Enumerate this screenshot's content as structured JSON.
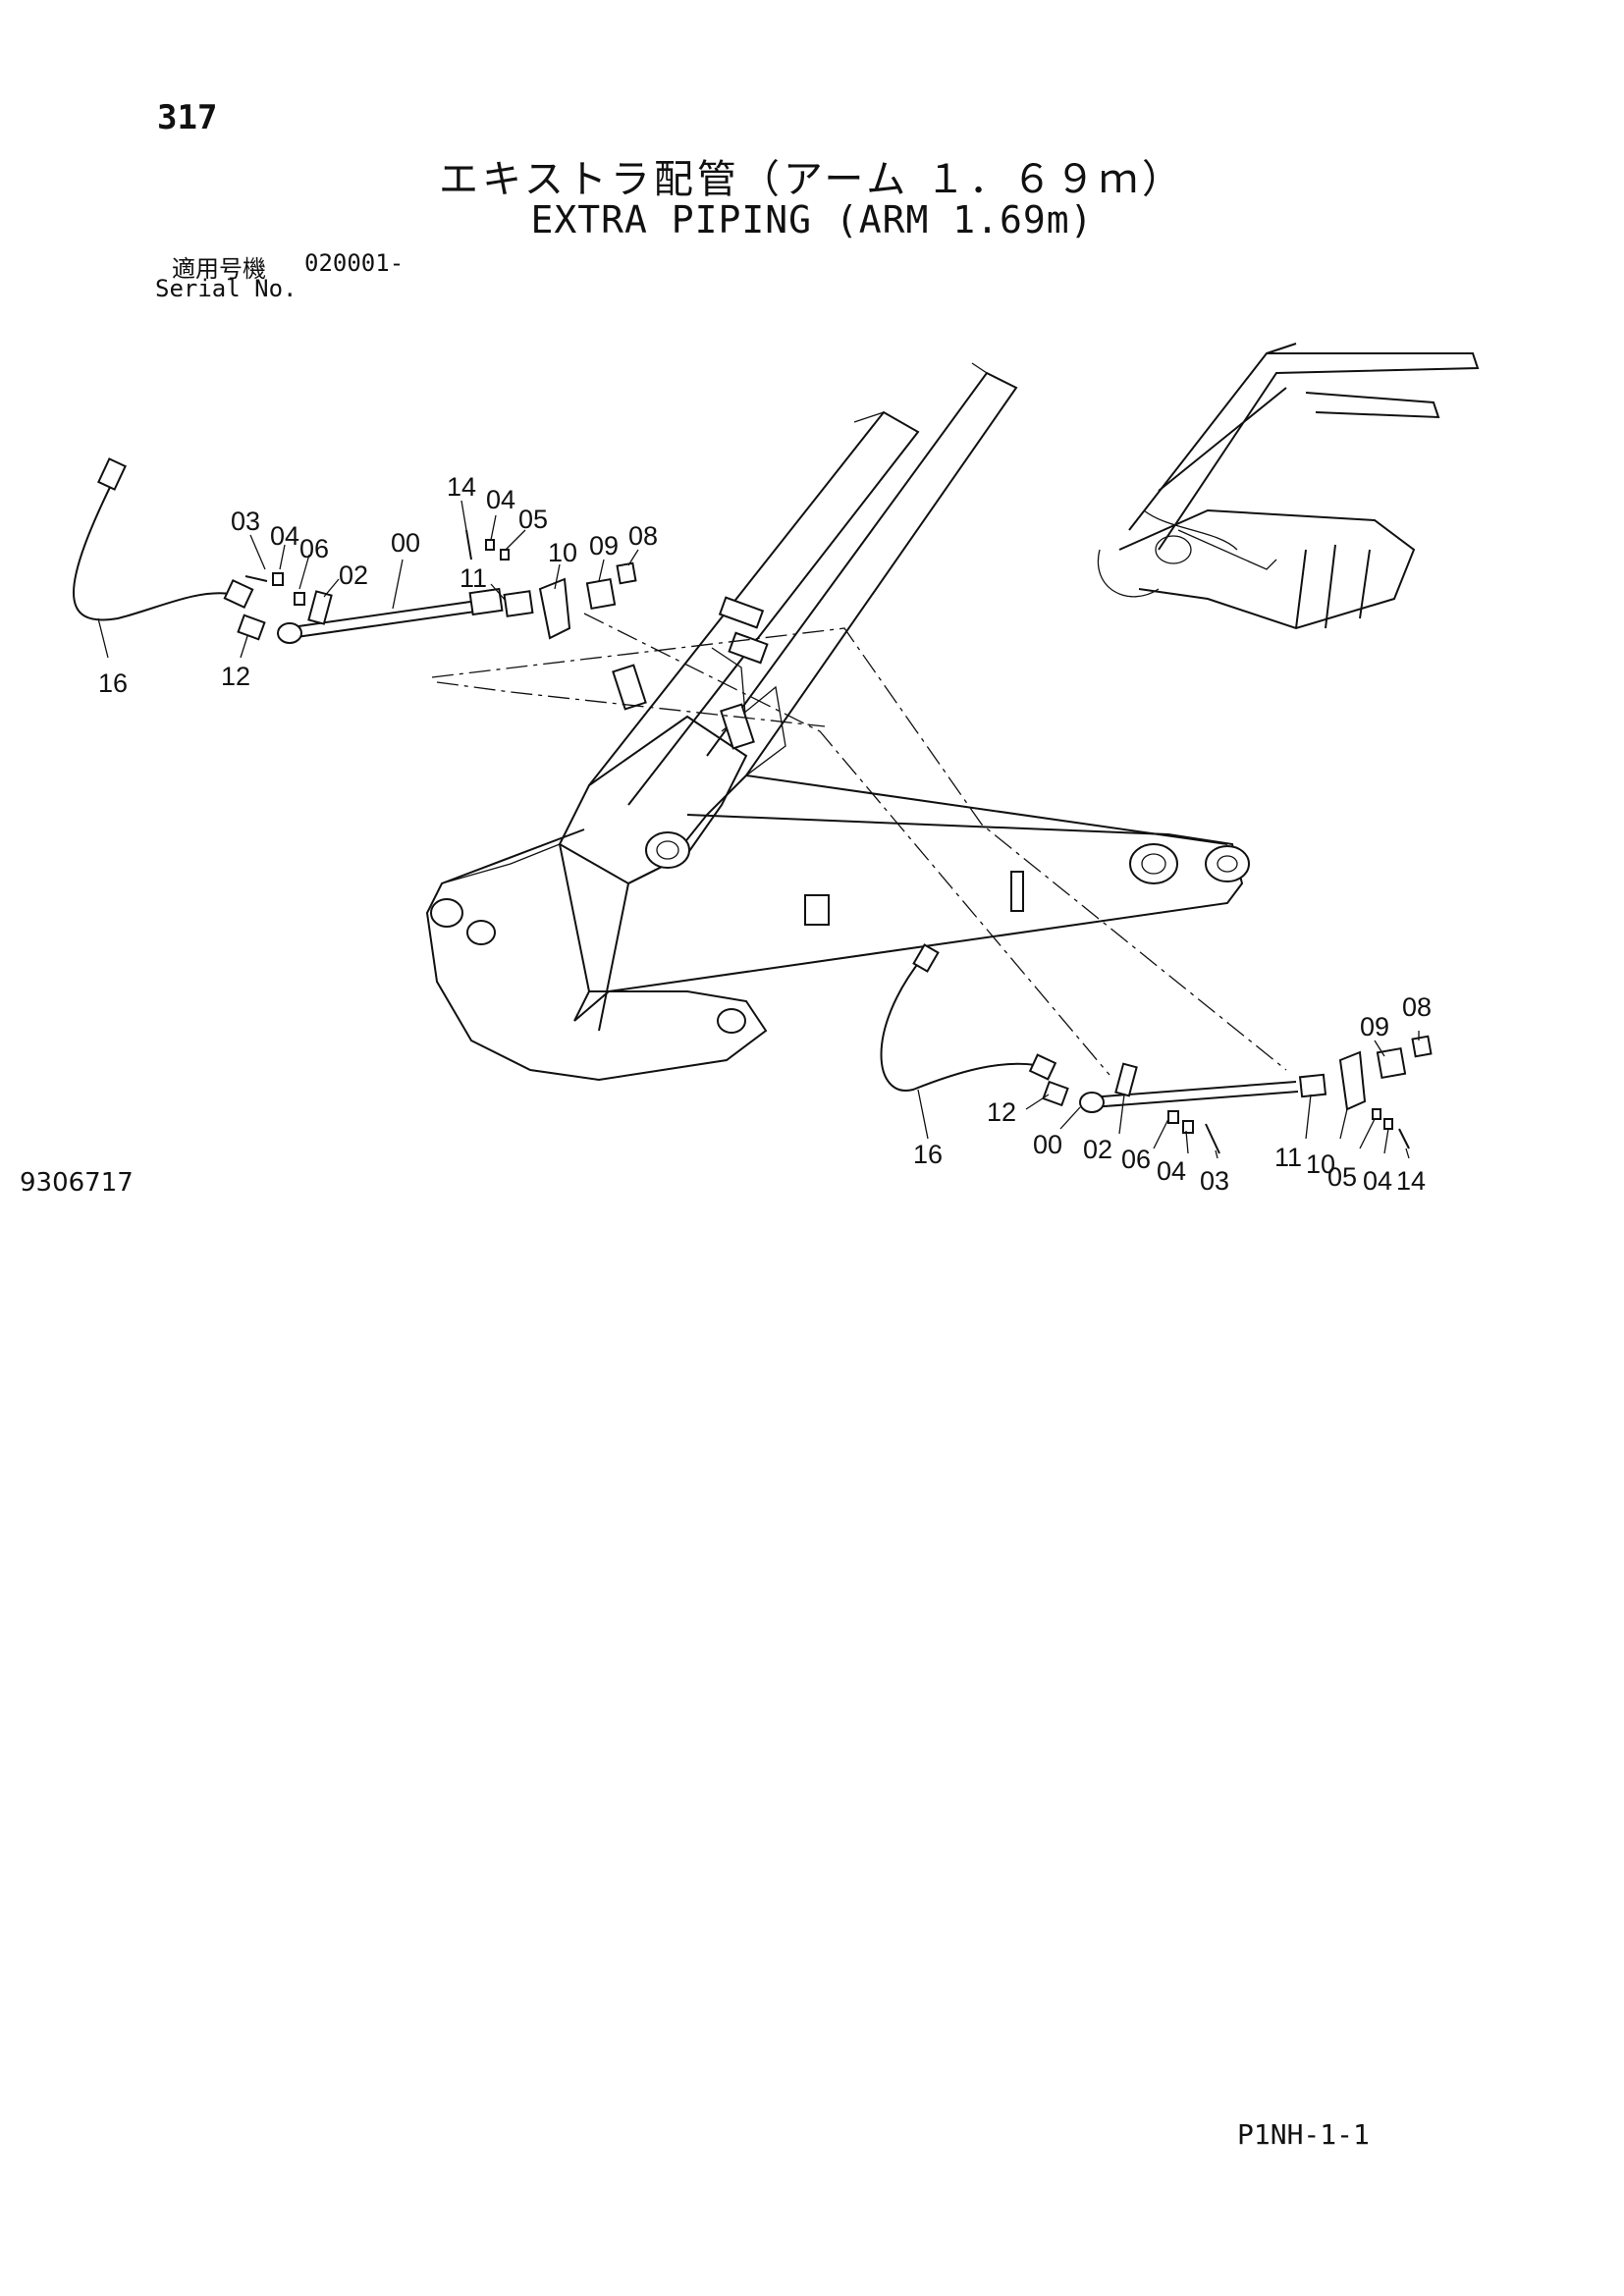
{
  "header": {
    "page_number": "317",
    "title_jp": "エキストラ配管（アーム １．６９ｍ）",
    "title_en": "EXTRA PIPING (ARM 1.69m)",
    "serial_label_jp": "適用号機",
    "serial_value": "020001-",
    "serial_label_en": "Serial No."
  },
  "callouts": {
    "upper": [
      "03",
      "04",
      "06",
      "02",
      "00",
      "14",
      "04",
      "05",
      "11",
      "10",
      "09",
      "08",
      "16",
      "12"
    ],
    "lower": [
      "09",
      "08",
      "12",
      "16",
      "00",
      "02",
      "06",
      "04",
      "03",
      "11",
      "10",
      "05",
      "04",
      "14"
    ]
  },
  "footer": {
    "drawing_number": "9306717",
    "page_code": "P1NH-1-1"
  }
}
